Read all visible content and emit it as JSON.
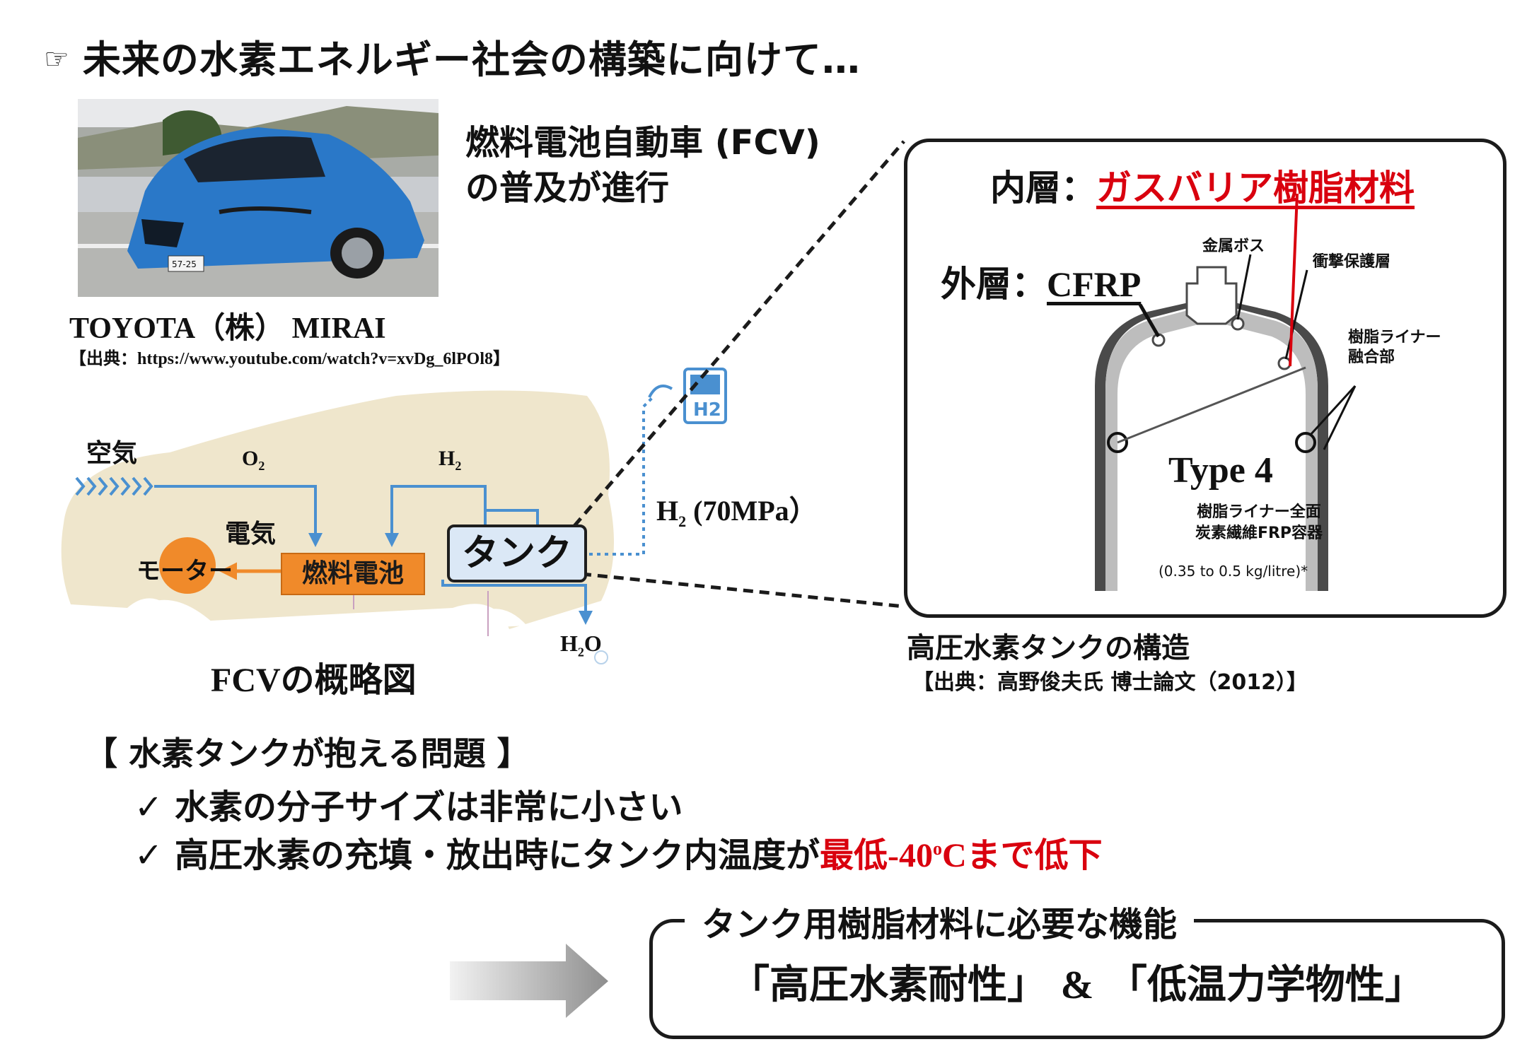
{
  "title": {
    "icon": "pointing-hand-icon",
    "text": "未来の水素エネルギー社会の構築に向けて…"
  },
  "photo": {
    "car_name": "TOYOTA（株） MIRAI",
    "source": "【出典：https://www.youtube.com/watch?v=xvDg_6lPOl8】",
    "plate": "57-25"
  },
  "fcv_text": {
    "line1": "燃料電池自動車 (FCV)",
    "line2": "の普及が進行"
  },
  "schematic": {
    "air": "空気",
    "o2": "O",
    "o2_sub": "2",
    "h2": "H",
    "h2_sub": "2",
    "electricity": "電気",
    "motor": "モーター",
    "fuel_cell": "燃料電池",
    "tank": "タンク",
    "h2_pressure": "H",
    "h2_pressure_sub": "2",
    "h2_pressure_val": " (70MPa）",
    "h2o_h": "H",
    "h2o_sub": "2",
    "h2o_o": "O",
    "h2_station": "H2",
    "caption": "FCVの概略図"
  },
  "tank_panel": {
    "inner_prefix": "内層：",
    "inner_value": "ガスバリア樹脂材料",
    "outer_prefix": "外層：",
    "outer_value": "CFRP",
    "metal_boss": "金属ボス",
    "impact_layer": "衝撃保護層",
    "liner_line1": "樹脂ライナー",
    "liner_line2": "融合部",
    "type": "Type 4",
    "desc_line1": "樹脂ライナー全面",
    "desc_line2": "炭素繊維FRP容器",
    "weight": "(0.35 to 0.5 kg/litre)*",
    "caption": "高圧水素タンクの構造",
    "source": "【出典：高野俊夫氏 博士論文（2012）】"
  },
  "problems": {
    "heading": "【 水素タンクが抱える問題 】",
    "check": "✓",
    "item1": "水素の分子サイズは非常に小さい",
    "item2_prefix": "高圧水素の充填・放出時にタンク内温度が",
    "item2_red1": "最低-40",
    "item2_red_sup": "o",
    "item2_red2": "Cまで低下"
  },
  "requirements": {
    "title": "タンク用樹脂材料に必要な機能",
    "left": "「高圧水素耐性」",
    "amp": "&",
    "right": "「低温力学物性」"
  },
  "colors": {
    "accent_red": "#d9000e",
    "pipe_blue": "#4a90d0",
    "car_body": "#efe6cc",
    "fuel_cell": "#f08a2a",
    "tank_fill": "#dbe8f6"
  }
}
